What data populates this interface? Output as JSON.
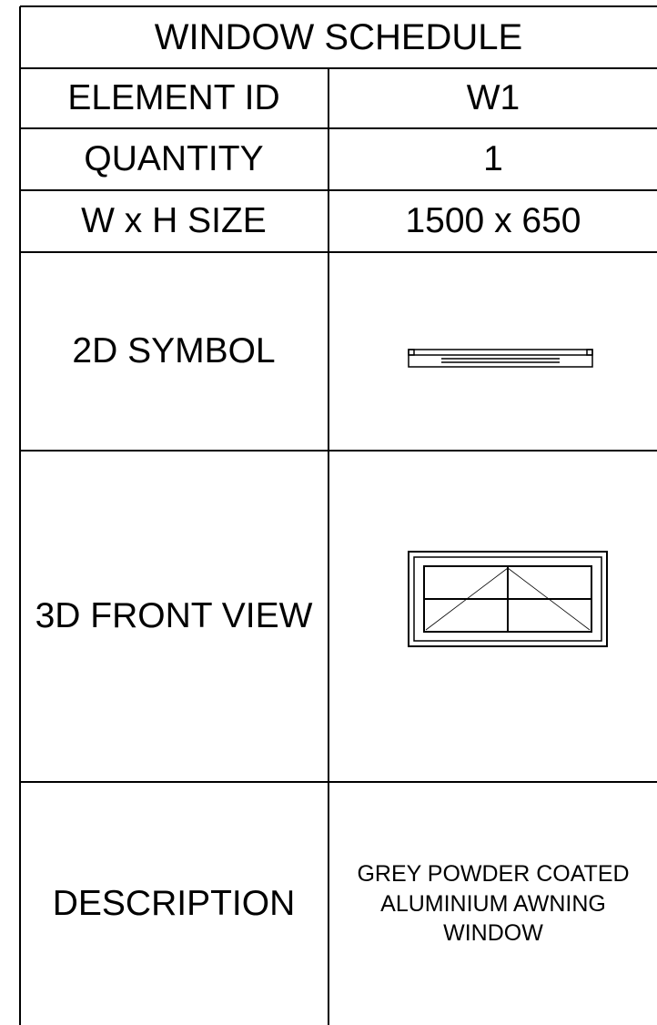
{
  "schedule": {
    "title": "WINDOW SCHEDULE",
    "rows": [
      {
        "label": "ELEMENT ID",
        "value": "W1"
      },
      {
        "label": "QUANTITY",
        "value": "1"
      },
      {
        "label": "W x H SIZE",
        "value": "1500 x 650"
      },
      {
        "label": "2D SYMBOL",
        "value": ""
      },
      {
        "label": "3D FRONT VIEW",
        "value": ""
      },
      {
        "label": "DESCRIPTION",
        "value": ""
      }
    ],
    "description_lines": [
      "GREY POWDER COATED",
      "ALUMINIUM AWNING",
      "WINDOW"
    ]
  }
}
